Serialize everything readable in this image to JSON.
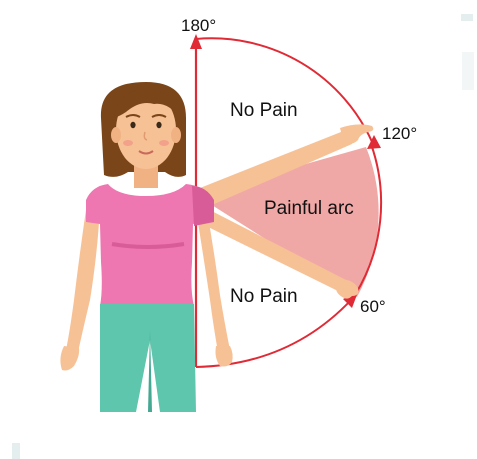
{
  "labels": {
    "angle_180": "180°",
    "angle_120": "120°",
    "angle_60": "60°",
    "upper_zone": "No Pain",
    "middle_zone": "Painful arc",
    "lower_zone": "No Pain"
  },
  "colors": {
    "arc_line": "#e02a35",
    "painful_zone": "#f0a8a6",
    "skin": "#f7c196",
    "skin_shadow": "#e9a877",
    "hair": "#7a4518",
    "shirt": "#ee76b1",
    "shirt_shadow": "#d85c97",
    "pants": "#5dc6ad",
    "pants_shadow": "#45a893",
    "accent_gray": "#e4eeee"
  }
}
